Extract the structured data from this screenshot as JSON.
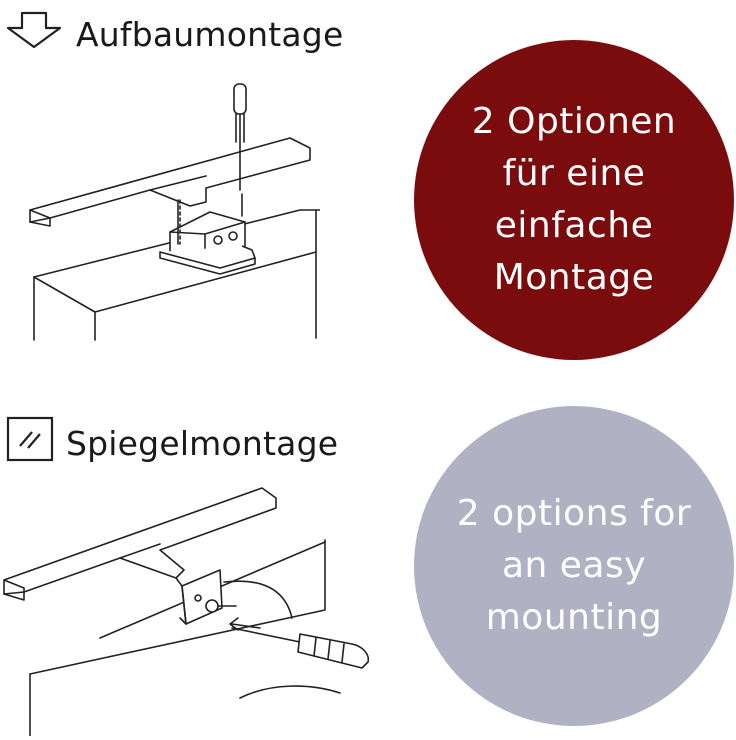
{
  "top_section": {
    "heading": "Aufbaumontage",
    "icon": "arrow-down-icon",
    "circle_color": "#7a0c0e",
    "circle_lines": [
      "2 Optionen",
      "für eine",
      "einfache",
      "Montage"
    ]
  },
  "bottom_section": {
    "heading": "Spiegelmontage",
    "icon": "mirror-icon",
    "circle_color": "#b0b2c4",
    "circle_lines": [
      "2 options for",
      "an easy",
      "mounting"
    ]
  }
}
